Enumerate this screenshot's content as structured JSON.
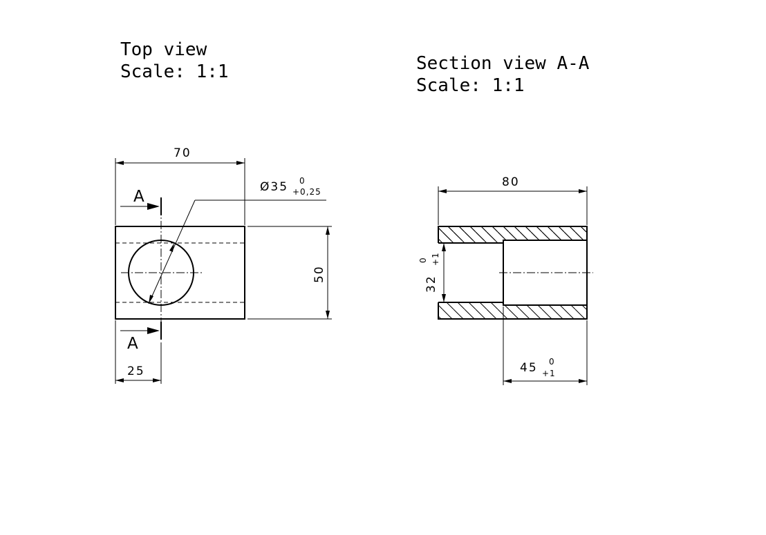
{
  "top_view": {
    "title": "Top view",
    "scale": "Scale:  1:1",
    "width_dim": "70",
    "height_dim": "50",
    "offset_dim": "25",
    "hole_dim": "Ø35",
    "hole_tol_upper": "0",
    "hole_tol_lower": "+0,25",
    "section_label_top": "A",
    "section_label_bottom": "A"
  },
  "section_view": {
    "title": "Section view A-A",
    "scale": "Scale:  1:1",
    "length_dim": "80",
    "bore_dim": "32",
    "bore_tol_upper": "0",
    "bore_tol_lower": "+1",
    "depth_dim": "45",
    "depth_tol_upper": "0",
    "depth_tol_lower": "+1"
  }
}
